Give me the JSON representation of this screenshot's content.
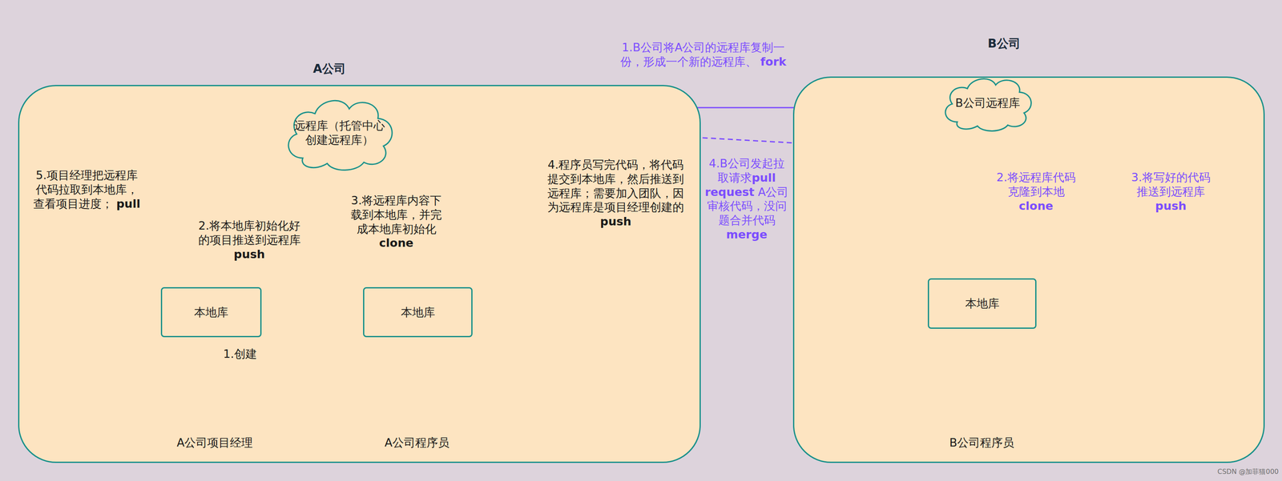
{
  "diagram": {
    "nodes": [
      {
        "text": [
          "A公司"
        ]
      },
      {
        "text": [
          "远程库（托管中心 创建远程库）"
        ],
        "in": 0
      },
      {
        "text": [
          "本地库"
        ],
        "in": 0
      },
      {
        "text": [
          "本地库"
        ],
        "in": 0
      },
      {
        "text": [
          "B公司"
        ]
      },
      {
        "text": [
          "B公司远程库"
        ],
        "in": 4
      },
      {
        "text": [
          "本地库"
        ],
        "in": 4
      }
    ],
    "edges": [
      {
        "from": 2,
        "to": 1,
        "arrow": "to",
        "label": "2.将本地库初始化好的项目推送到远程库 push"
      },
      {
        "from": 1,
        "to": 2,
        "arrow": "to",
        "label": "5.项目经理把远程库代码拉取到本地库，查看项目进度； pull"
      },
      {
        "from": 1,
        "to": 3,
        "arrow": "to",
        "label": "3.将远程库内容下载到本地库，并完成本地库初始化 clone"
      },
      {
        "from": 3,
        "to": 1,
        "arrow": "to",
        "label": "4.程序员写完代码，将代码提交到本地库，然后推送到远程库；需要加入团队，因为远程库是项目经理创建的 push"
      },
      {
        "from": 1,
        "to": 5,
        "arrow": "to",
        "label": "1.B公司将A公司的远程库复制一份，形成一个新的远程库、 fork"
      },
      {
        "from": 5,
        "to": 1,
        "arrow": "to",
        "label": "4.B公司发起拉取请求pull request A公司审核代码，没问题合并代码merge"
      },
      {
        "from": 5,
        "to": 6,
        "arrow": "to",
        "label": "2.将远程库代码克隆到本地 clone"
      },
      {
        "from": 6,
        "to": 5,
        "arrow": "to",
        "label": "3.将写好的代码推送到远程库 push"
      }
    ],
    "labels": [
      "1.创建",
      "A公司项目经理",
      "A公司程序员",
      "B公司程序员",
      "CSDN @加菲猫000"
    ]
  }
}
